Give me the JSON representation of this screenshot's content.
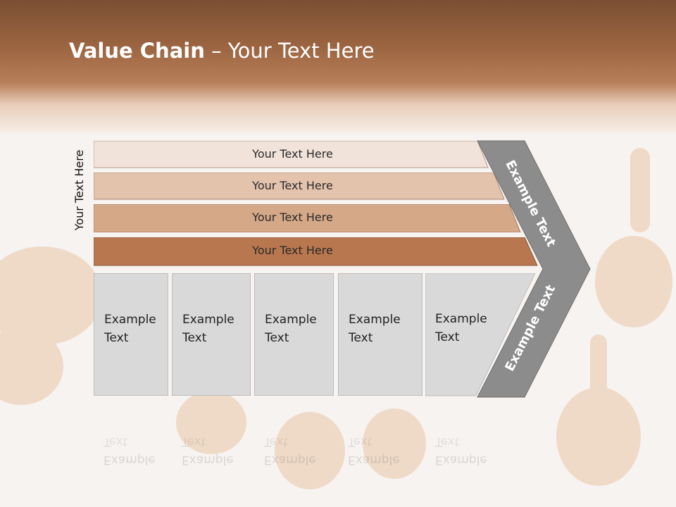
{
  "slide": {
    "title_bold": "Value Chain",
    "title_rest": " – Your Text Here",
    "side_label": "Your Text Here",
    "support_activities": [
      {
        "label": "Your Text Here",
        "color": "#f2e3da"
      },
      {
        "label": "Your Text Here",
        "color": "#e4c3ad"
      },
      {
        "label": "Your Text Here",
        "color": "#d5a888"
      },
      {
        "label": "Your Text Here",
        "color": "#b8774f"
      }
    ],
    "primary_activities": [
      {
        "text": "Example\nText"
      },
      {
        "text": "Example\nText"
      },
      {
        "text": "Example\nText"
      },
      {
        "text": "Example\nText"
      },
      {
        "text": "Example\nText"
      }
    ],
    "margin_top_text": "Example Text",
    "margin_bottom_text": "Example Text",
    "colors": {
      "header": "#9c6541",
      "chevron": "#8c8c8c",
      "cell": "#d9d9d9"
    }
  }
}
